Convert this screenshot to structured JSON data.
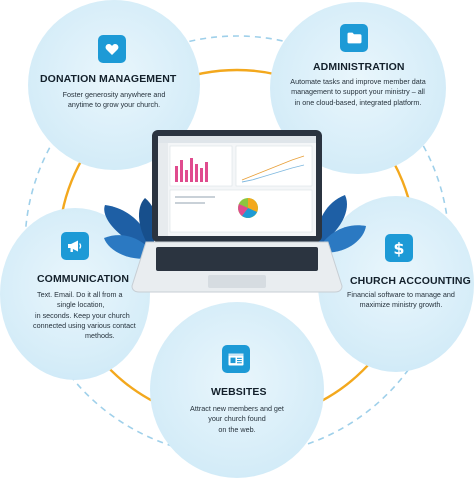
{
  "donation": {
    "title": "DONATION MANAGEMENT",
    "lines": [
      "Foster generosity anywhere and",
      "anytime to grow your church."
    ],
    "icon": "heart-icon"
  },
  "administration": {
    "title": "ADMINISTRATION",
    "lines": [
      "Automate tasks and improve member data",
      "management to support your ministry – all",
      "in one cloud-based, integrated platform."
    ],
    "icon": "folder-icon"
  },
  "communication": {
    "title": "COMMUNICATION",
    "lines": [
      "Text. Email. Do it all from a",
      "single location,",
      "in seconds. Keep your church",
      "connected using various contact",
      "methods."
    ],
    "icon": "megaphone-icon"
  },
  "accounting": {
    "title": "CHURCH ACCOUNTING",
    "lines": [
      "Financial software to manage and",
      "maximize ministry growth."
    ],
    "icon": "dollar-icon"
  },
  "websites": {
    "title": "WEBSITES",
    "lines": [
      "Attract new members and get",
      "your church found",
      "on the web."
    ],
    "icon": "webpage-icon"
  },
  "colors": {
    "bubble": "#d4ecf8",
    "icon": "#1d9ad6",
    "ring_orange": "#f3a81d",
    "ring_dashed": "#9fd0ea",
    "leaf": "#1e5fa5"
  }
}
